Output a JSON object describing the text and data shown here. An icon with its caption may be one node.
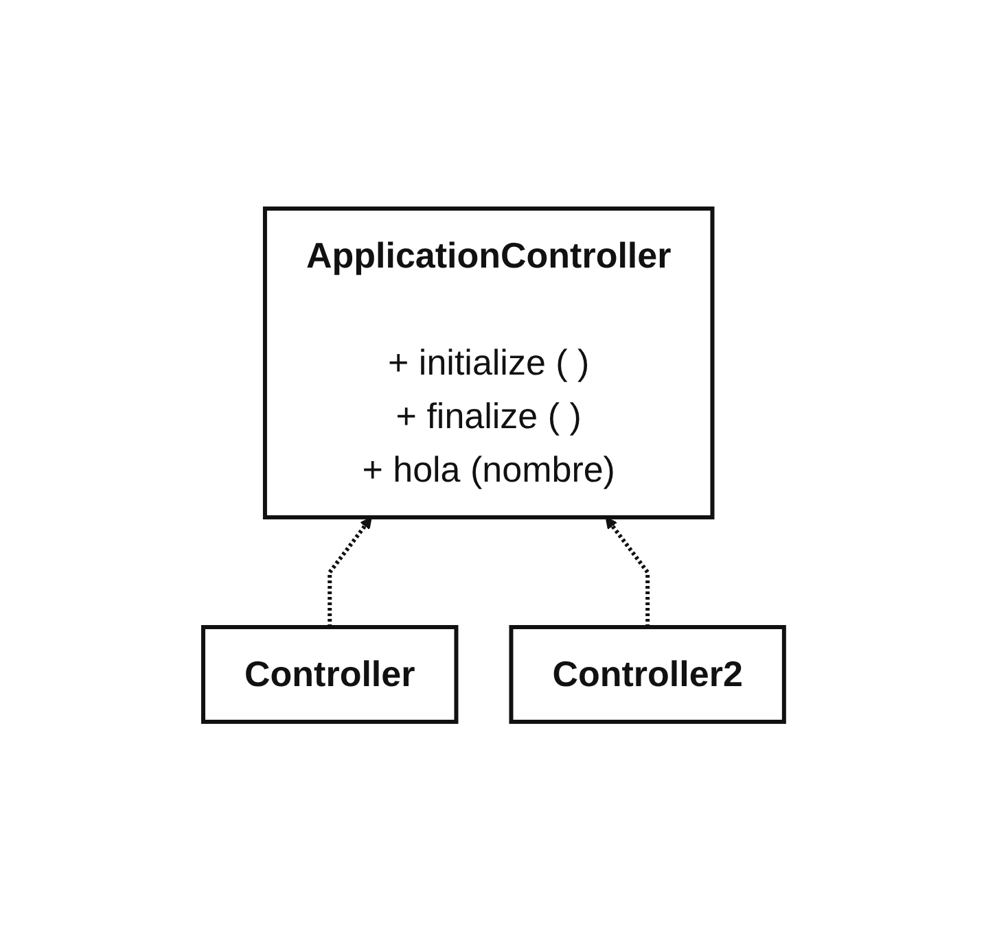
{
  "diagram": {
    "nodes": [
      {
        "text": [
          "ApplicationController",
          "+ initialize ( )",
          "+ finalize ( )",
          "+ hola (nombre)"
        ]
      },
      {
        "text": [
          "Controller"
        ]
      },
      {
        "text": [
          "Controller2"
        ]
      }
    ],
    "edges": [
      {
        "from": 1,
        "to": 0,
        "arrow": "to",
        "style": "dashed"
      },
      {
        "from": 2,
        "to": 0,
        "arrow": "to",
        "style": "dashed"
      }
    ]
  }
}
